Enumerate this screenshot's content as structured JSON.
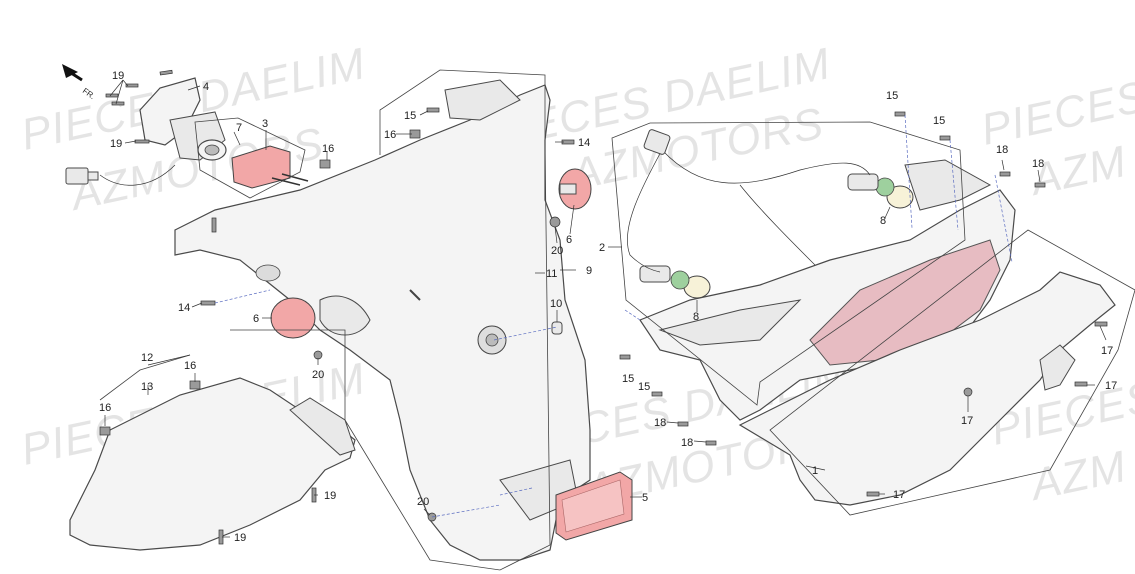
{
  "watermark": {
    "line1": "PIECES DAELIM",
    "line2": "AZMOTORS",
    "corner1": "PIECES",
    "corner2": "AZM"
  },
  "direction_label": "FR.",
  "callouts": {
    "c1": "1",
    "c2": "2",
    "c3": "3",
    "c4": "4",
    "c5": "5",
    "c6a": "6",
    "c6b": "6",
    "c7": "7",
    "c8a": "8",
    "c8b": "8",
    "c9": "9",
    "c10": "10",
    "c11": "11",
    "c12": "12",
    "c13": "13",
    "c14a": "14",
    "c14b": "14",
    "c15a": "15",
    "c15b": "15",
    "c15c": "15",
    "c15d": "15",
    "c15e": "15",
    "c16a": "16",
    "c16b": "16",
    "c16c": "16",
    "c16d": "16",
    "c17a": "17",
    "c17b": "17",
    "c17c": "17",
    "c17d": "17",
    "c18a": "18",
    "c18b": "18",
    "c18c": "18",
    "c18d": "18",
    "c19a": "19",
    "c19b": "19",
    "c19c": "19",
    "c19d": "19",
    "c20a": "20",
    "c20b": "20",
    "c20c": "20"
  }
}
